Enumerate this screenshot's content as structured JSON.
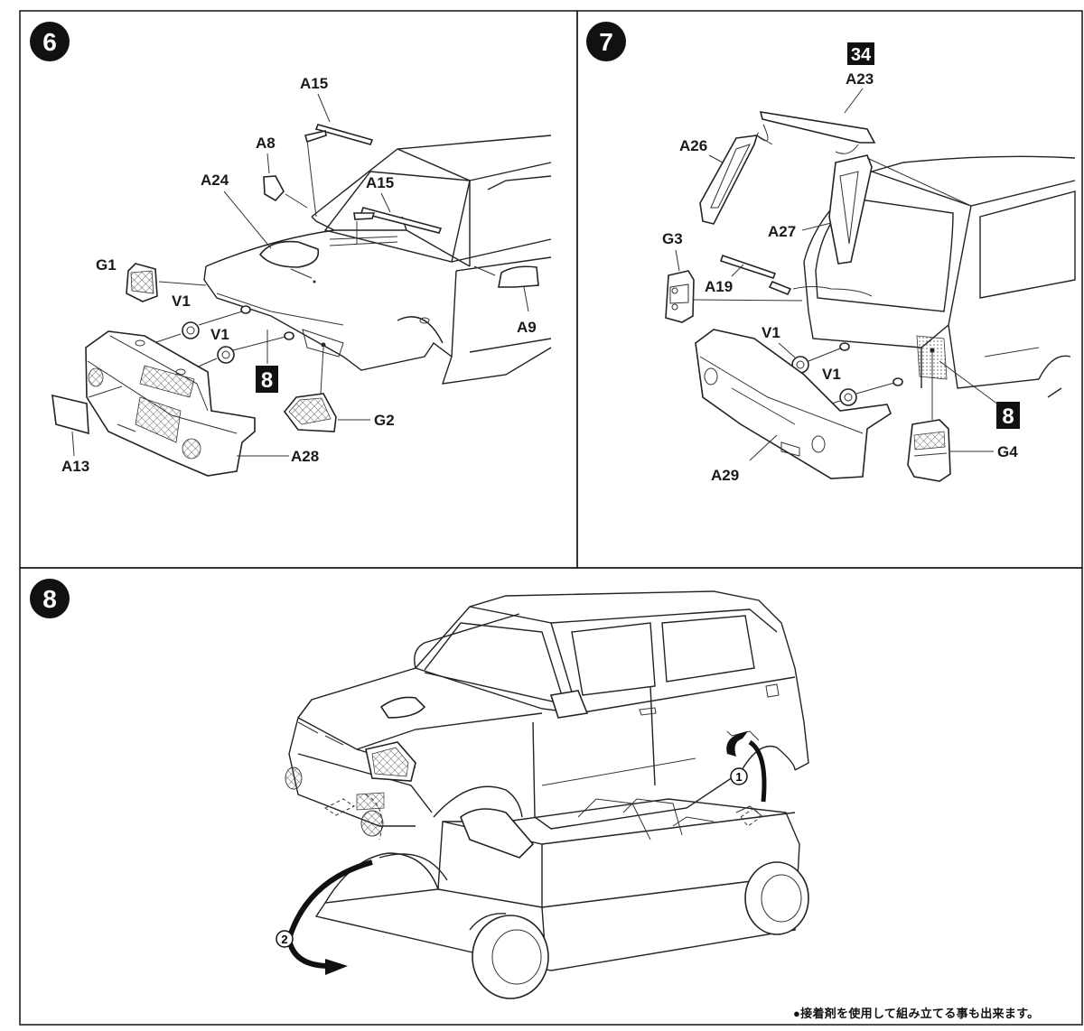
{
  "steps": [
    {
      "number": "6",
      "labels": [
        "A15",
        "A8",
        "A24",
        "A15",
        "G1",
        "V1",
        "V1",
        "A9",
        "8",
        "G2",
        "A13",
        "A28"
      ]
    },
    {
      "number": "7",
      "labels": [
        "34",
        "A23",
        "A26",
        "A27",
        "G3",
        "A19",
        "V1",
        "V1",
        "8",
        "G4",
        "A29"
      ]
    },
    {
      "number": "8",
      "callouts": [
        "1",
        "2"
      ]
    }
  ],
  "panel6": {
    "step": "6",
    "a15_top": "A15",
    "a8": "A8",
    "a24": "A24",
    "a15_mid": "A15",
    "g1": "G1",
    "v1_a": "V1",
    "v1_b": "V1",
    "a9": "A9",
    "ref8": "8",
    "g2": "G2",
    "a13": "A13",
    "a28": "A28"
  },
  "panel7": {
    "step": "7",
    "ref34": "34",
    "a23": "A23",
    "a26": "A26",
    "a27": "A27",
    "g3": "G3",
    "a19": "A19",
    "v1_a": "V1",
    "v1_b": "V1",
    "ref8": "8",
    "g4": "G4",
    "a29": "A29"
  },
  "panel8": {
    "step": "8",
    "callout1": "1",
    "callout2": "2",
    "notice": "●接着剤を使用して組み立てる事も出来ます。"
  }
}
